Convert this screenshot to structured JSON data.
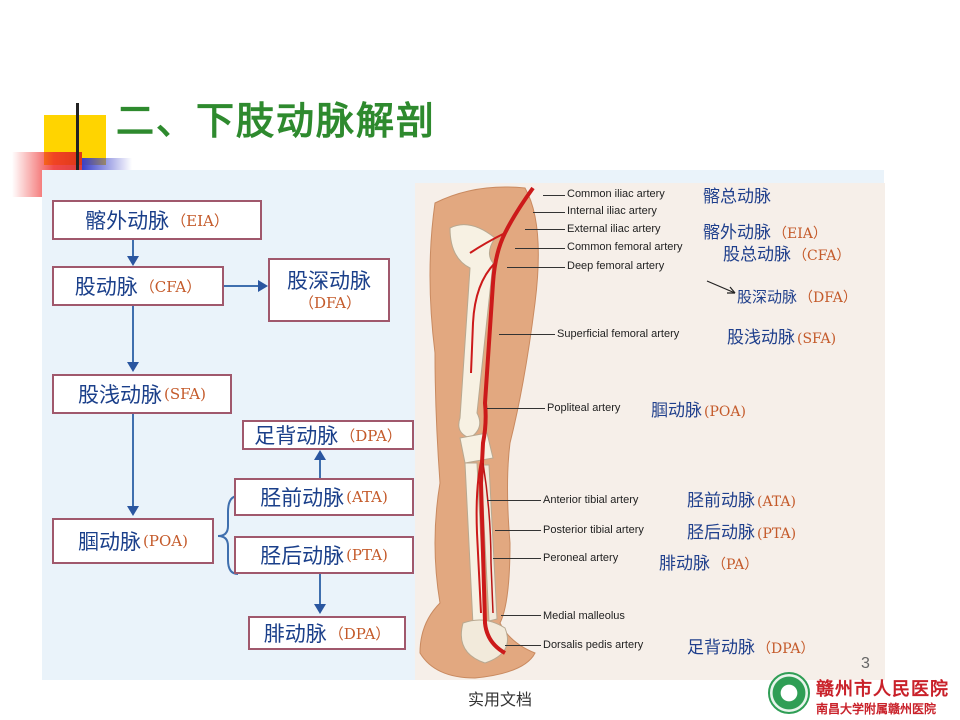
{
  "slide": {
    "title": "二、下肢动脉解剖",
    "page_number": "3",
    "footer": "实用文档"
  },
  "flowchart": {
    "eia": {
      "name": "髂外动脉",
      "abbr": "（EIA）"
    },
    "cfa": {
      "name": "股动脉",
      "abbr": "（CFA）"
    },
    "dfa": {
      "name": "股深动脉",
      "abbr": "（DFA）"
    },
    "sfa": {
      "name": "股浅动脉",
      "abbr": "(SFA)"
    },
    "poa": {
      "name": "腘动脉",
      "abbr": "(POA)"
    },
    "dpa": {
      "name": "足背动脉",
      "abbr": "（DPA）"
    },
    "ata": {
      "name": "胫前动脉",
      "abbr": "(ATA)"
    },
    "pta": {
      "name": "胫后动脉",
      "abbr": "(PTA)"
    },
    "pa": {
      "name": "腓动脉",
      "abbr": "（DPA）"
    }
  },
  "figure_labels": [
    {
      "en": "Common iliac artery",
      "zh": "髂总动脉",
      "abbr": ""
    },
    {
      "en": "Internal iliac artery",
      "zh": "",
      "abbr": ""
    },
    {
      "en": "External iliac artery",
      "zh": "髂外动脉",
      "abbr": "（EIA）"
    },
    {
      "en": "Common femoral artery",
      "zh": "股总动脉",
      "abbr": "（CFA）"
    },
    {
      "en": "Deep femoral artery",
      "zh": "",
      "abbr": ""
    },
    {
      "en": "",
      "zh": "股深动脉",
      "abbr": "（DFA）"
    },
    {
      "en": "Superficial femoral artery",
      "zh": "股浅动脉",
      "abbr": "(SFA)"
    },
    {
      "en": "Popliteal artery",
      "zh": "腘动脉",
      "abbr": "(POA)"
    },
    {
      "en": "Anterior tibial artery",
      "zh": "胫前动脉",
      "abbr": "(ATA)"
    },
    {
      "en": "Posterior tibial artery",
      "zh": "胫后动脉",
      "abbr": "(PTA)"
    },
    {
      "en": "Peroneal artery",
      "zh": "腓动脉",
      "abbr": "（PA）"
    },
    {
      "en": "Medial malleolus",
      "zh": "",
      "abbr": ""
    },
    {
      "en": "Dorsalis pedis artery",
      "zh": "足背动脉",
      "abbr": "（DPA）"
    }
  ],
  "logo": {
    "line1": "赣州市人民医院",
    "line2": "南昌大学附属赣州医院"
  },
  "colors": {
    "title": "#2e8a2e",
    "box_border": "#a0586c",
    "box_text": "#1a3f8a",
    "abbr_text": "#c45a2a",
    "artery": "#cc1a1a",
    "panel": "#eaf3fa"
  }
}
